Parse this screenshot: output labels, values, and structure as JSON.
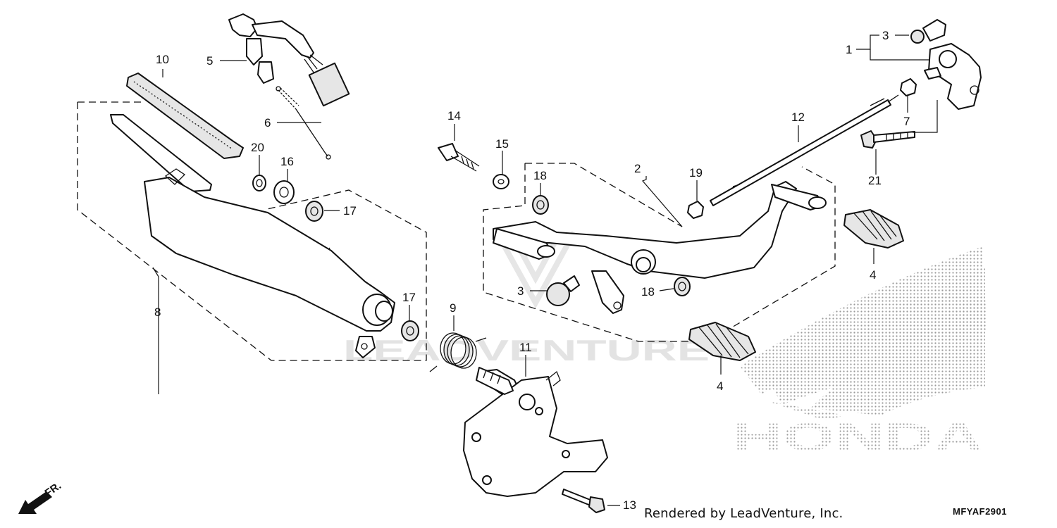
{
  "diagram": {
    "callouts": [
      "1",
      "2",
      "3",
      "3",
      "4",
      "4",
      "5",
      "6",
      "7",
      "8",
      "9",
      "10",
      "11",
      "12",
      "13",
      "14",
      "15",
      "16",
      "17",
      "17",
      "18",
      "18",
      "19",
      "20",
      "21"
    ],
    "direction_label": "FR.",
    "credit": "Rendered by LeadVenture, Inc.",
    "code": "MFYAF2901",
    "watermark": "LEADVENTURE",
    "logo_text": "HONDA",
    "colors": {
      "ink": "#111111",
      "background": "#ffffff",
      "watermark": "#e3e3e3",
      "logo_dots": "#9a9a9a"
    }
  }
}
